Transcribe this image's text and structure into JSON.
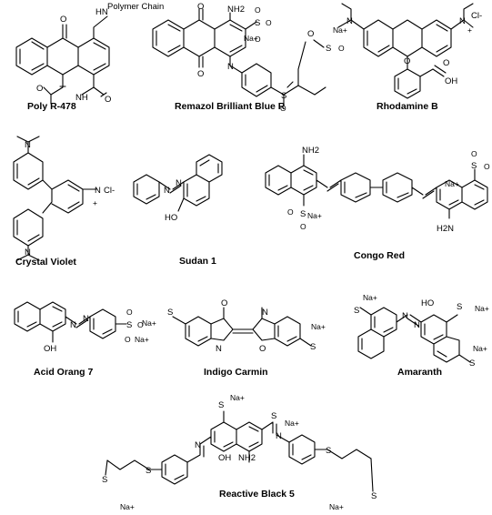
{
  "figure": {
    "compounds": [
      {
        "key": "poly",
        "name": "Poly R-478",
        "chain_label": "Polymer Chain"
      },
      {
        "key": "rbbr",
        "name": "Remazol Brilliant Blue R"
      },
      {
        "key": "rhodamine",
        "name": "Rhodamine B"
      },
      {
        "key": "crystal",
        "name": "Crystal Violet"
      },
      {
        "key": "sudan",
        "name": "Sudan 1"
      },
      {
        "key": "congo",
        "name": "Congo Red"
      },
      {
        "key": "acid",
        "name": "Acid Orang 7"
      },
      {
        "key": "indigo",
        "name": "Indigo Carmin"
      },
      {
        "key": "amaranth",
        "name": "Amaranth"
      },
      {
        "key": "reactive",
        "name": "Reactive Black 5"
      }
    ],
    "atoms": {
      "O": "O",
      "N": "N",
      "S": "S",
      "NH": "NH",
      "HN": "HN",
      "H": "H",
      "NH2": "NH2",
      "H2N": "H2N",
      "OH": "OH",
      "HO": "HO",
      "Na+": "Na+",
      "Cl-": "Cl-",
      "minus": "−",
      "plus": "+"
    },
    "colors": {
      "ink": "#000000",
      "background": "#ffffff"
    }
  }
}
